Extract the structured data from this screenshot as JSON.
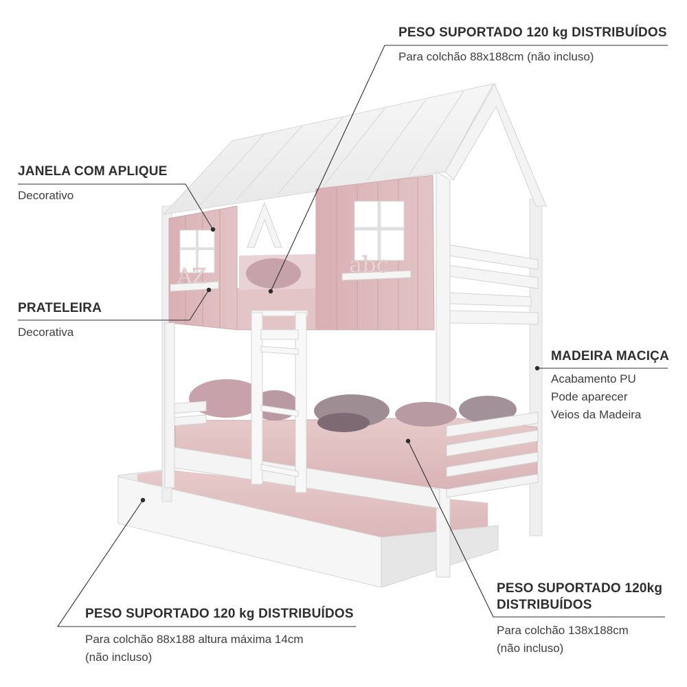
{
  "callouts": {
    "top_right": {
      "title": "PESO SUPORTADO 120 kg DISTRIBUÍDOS",
      "desc": "Para colchão 88x188cm (não incluso)"
    },
    "janela": {
      "title": "JANELA COM APLIQUE",
      "desc": "Decorativo"
    },
    "prateleira": {
      "title": "PRATELEIRA",
      "desc": "Decorativa"
    },
    "madeira": {
      "title": "MADEIRA MACIÇA",
      "lines": [
        "Acabamento PU",
        "Pode aparecer",
        "Veios da Madeira"
      ]
    },
    "bottom_right": {
      "title_lines": [
        "PESO SUPORTADO 120kg",
        "DISTRIBUÍDOS"
      ],
      "desc_lines": [
        "Para colchão 138x188cm",
        "(não incluso)"
      ]
    },
    "bottom_left": {
      "title": "PESO SUPORTADO 120 kg DISTRIBUÍDOS",
      "desc_lines": [
        "Para colchão 88x188 altura máxima 14cm",
        "(não incluso)"
      ]
    }
  },
  "decor": {
    "letters_left": "AZ",
    "letters_right": "abc"
  },
  "colors": {
    "frame": "#f4f4f4",
    "pink": "#dcb6b9",
    "mattress": "#e2c3c5",
    "pillow": "#bf9da5",
    "line": "#2c2c2c"
  }
}
